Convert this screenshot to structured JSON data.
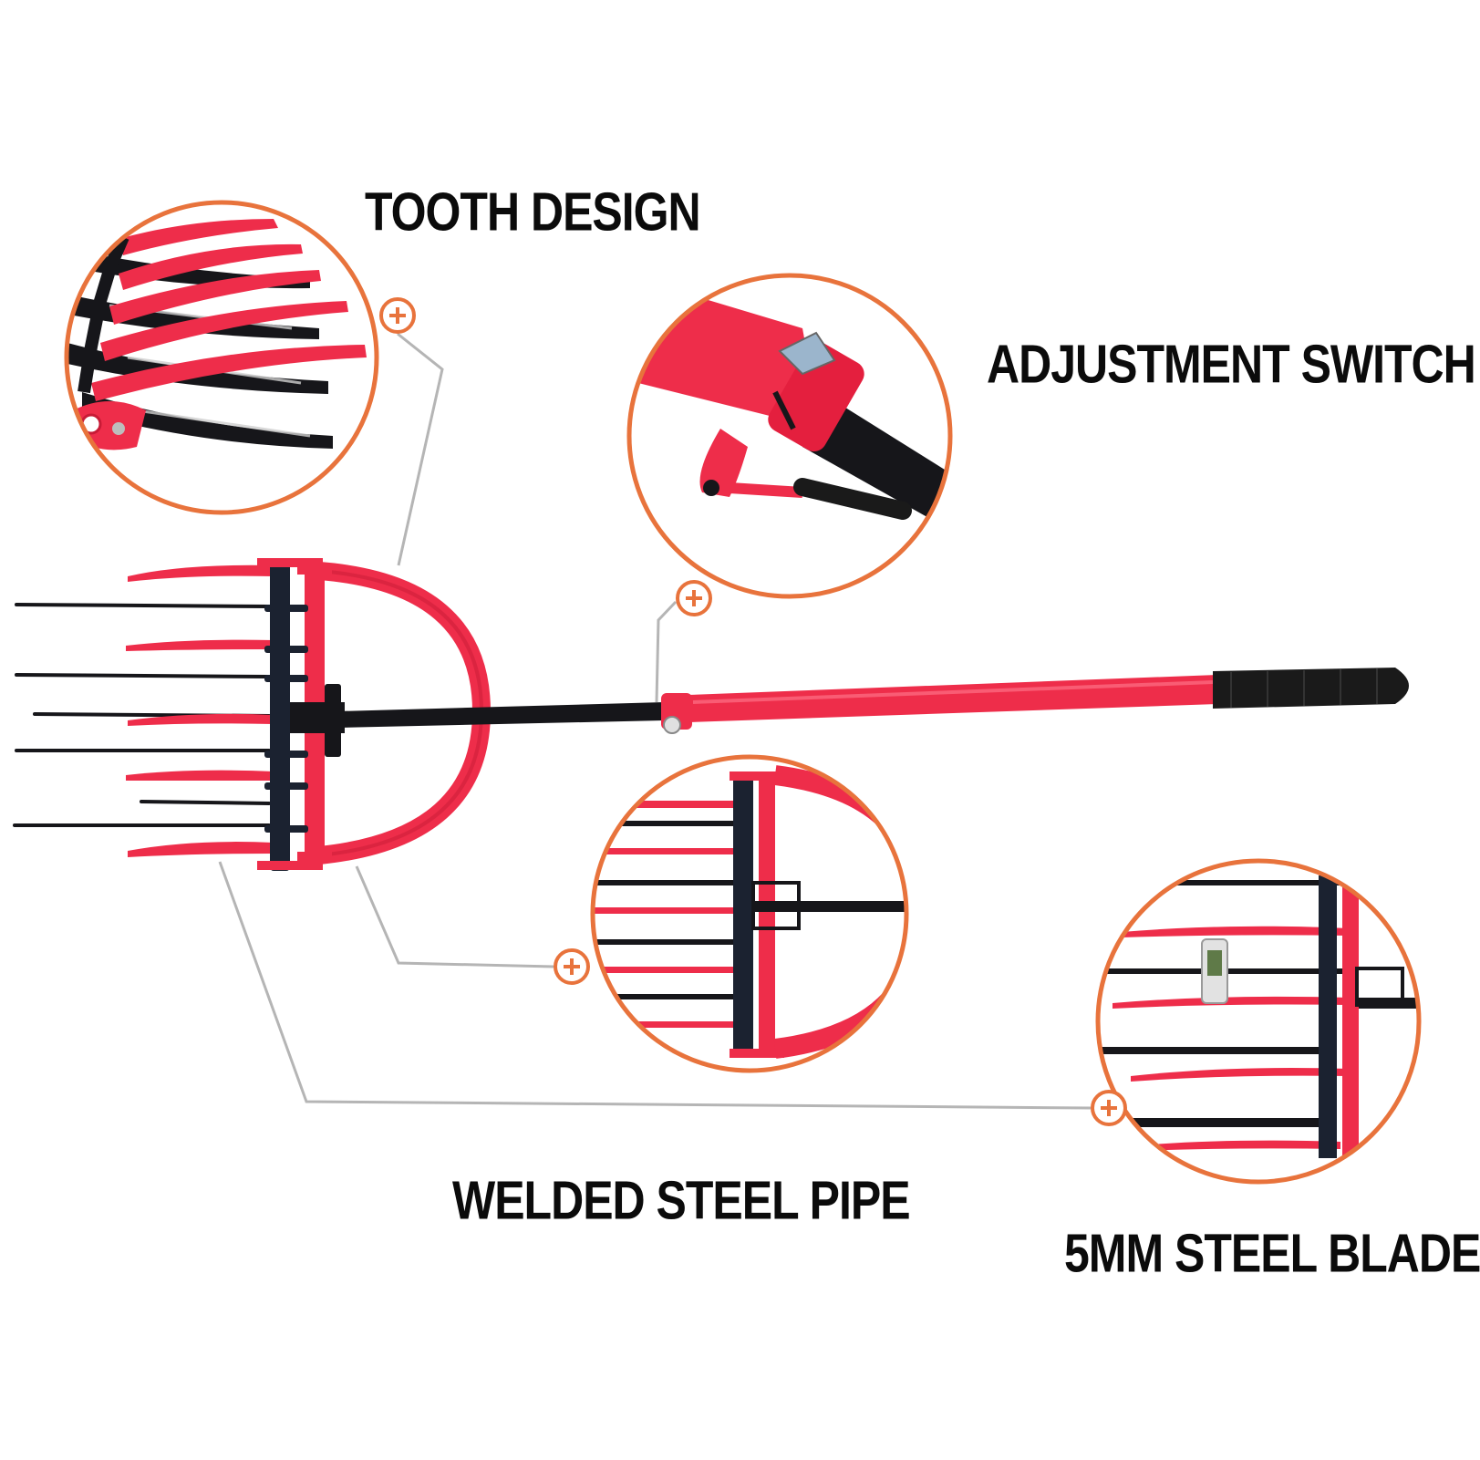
{
  "labels": {
    "tooth": "TOOTH DESIGN",
    "adjust": "ADJUSTMENT SWITCH",
    "welded": "WELDED STEEL PIPE",
    "blade": "5MM STEEL BLADE"
  },
  "colors": {
    "accent": "#e8733c",
    "primary_red": "#ee2d4a",
    "dark_red": "#c81b36",
    "steel_black": "#16161a",
    "leader_line": "#b5b5b5",
    "text": "#0b0b0b"
  },
  "icons": {
    "hotspot": "plus-in-circle-icon"
  }
}
